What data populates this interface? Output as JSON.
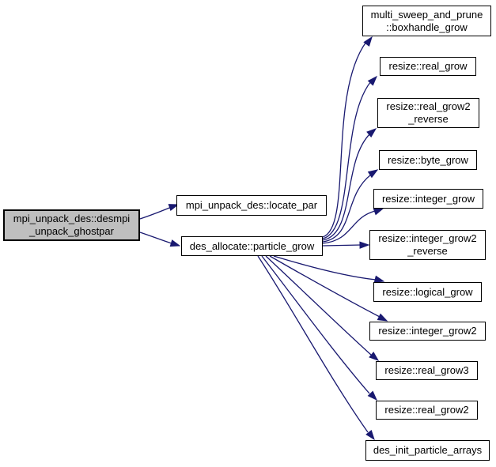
{
  "diagram": {
    "type": "call-graph",
    "background_color": "#ffffff",
    "edge_color": "#191970",
    "node_fill": "#ffffff",
    "node_border_color": "#000000",
    "main_node_fill": "#bfbfbf",
    "main": {
      "label": "mpi_unpack_des::desmpi\n_unpack_ghostpar"
    },
    "mid": [
      {
        "label": "mpi_unpack_des::locate_par"
      },
      {
        "label": "des_allocate::particle_grow"
      }
    ],
    "callees": [
      {
        "label": "multi_sweep_and_prune\n::boxhandle_grow"
      },
      {
        "label": "resize::real_grow"
      },
      {
        "label": "resize::real_grow2\n_reverse"
      },
      {
        "label": "resize::byte_grow"
      },
      {
        "label": "resize::integer_grow"
      },
      {
        "label": "resize::integer_grow2\n_reverse"
      },
      {
        "label": "resize::logical_grow"
      },
      {
        "label": "resize::integer_grow2"
      },
      {
        "label": "resize::real_grow3"
      },
      {
        "label": "resize::real_grow2"
      },
      {
        "label": "des_init_particle_arrays"
      }
    ],
    "edges": [
      {
        "from": "mpi_unpack_des::desmpi_unpack_ghostpar",
        "to": "mpi_unpack_des::locate_par"
      },
      {
        "from": "mpi_unpack_des::desmpi_unpack_ghostpar",
        "to": "des_allocate::particle_grow"
      },
      {
        "from": "des_allocate::particle_grow",
        "to": "multi_sweep_and_prune::boxhandle_grow"
      },
      {
        "from": "des_allocate::particle_grow",
        "to": "resize::real_grow"
      },
      {
        "from": "des_allocate::particle_grow",
        "to": "resize::real_grow2_reverse"
      },
      {
        "from": "des_allocate::particle_grow",
        "to": "resize::byte_grow"
      },
      {
        "from": "des_allocate::particle_grow",
        "to": "resize::integer_grow"
      },
      {
        "from": "des_allocate::particle_grow",
        "to": "resize::integer_grow2_reverse"
      },
      {
        "from": "des_allocate::particle_grow",
        "to": "resize::logical_grow"
      },
      {
        "from": "des_allocate::particle_grow",
        "to": "resize::integer_grow2"
      },
      {
        "from": "des_allocate::particle_grow",
        "to": "resize::real_grow3"
      },
      {
        "from": "des_allocate::particle_grow",
        "to": "resize::real_grow2"
      },
      {
        "from": "des_allocate::particle_grow",
        "to": "des_init_particle_arrays"
      }
    ]
  }
}
